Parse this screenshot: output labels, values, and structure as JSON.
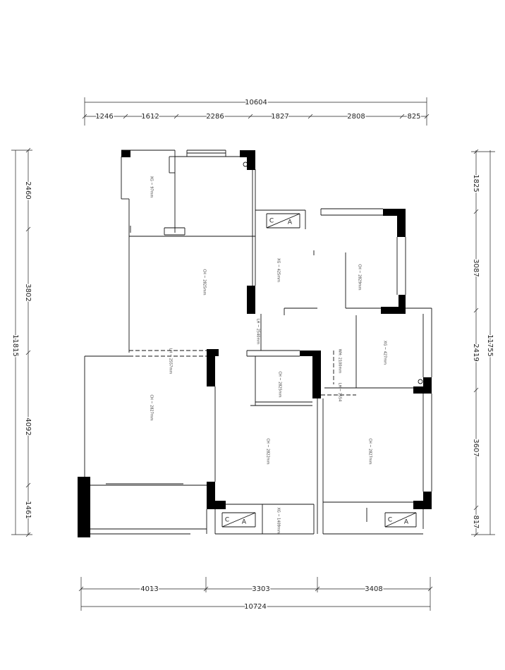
{
  "dimensions": {
    "top_total": "10604",
    "top_segments": [
      "1246",
      "1612",
      "2286",
      "1827",
      "2808",
      "825"
    ],
    "left_total": "11815",
    "left_segments": [
      "2460",
      "3802",
      "4092",
      "1461"
    ],
    "right_total": "11755",
    "right_segments": [
      "1825",
      "3087",
      "2419",
      "3607",
      "817"
    ],
    "bottom_total": "10724",
    "bottom_segments": [
      "4013",
      "3303",
      "3408"
    ]
  },
  "room_labels": [
    {
      "text": "XG ~ 97mm"
    },
    {
      "text": "CH ~ 2825mm"
    },
    {
      "text": "XG ~ 425mm"
    },
    {
      "text": "CH ~ 2829mm"
    },
    {
      "text": "LH ~ 2540mm"
    },
    {
      "text": "LH ~ 2557mm"
    },
    {
      "text": "CH ~ 2827mm"
    },
    {
      "text": "CH ~ 2825mm"
    },
    {
      "text": "XG ~ 427mm"
    },
    {
      "text": "WH: 2100mm"
    },
    {
      "text": "LH ~ 1554"
    },
    {
      "text": "CH ~ 2822mm"
    },
    {
      "text": "CH ~ 2827mm"
    },
    {
      "text": "XG ~ 1409mm"
    }
  ],
  "symbols": {
    "c": "C",
    "a": "A"
  }
}
